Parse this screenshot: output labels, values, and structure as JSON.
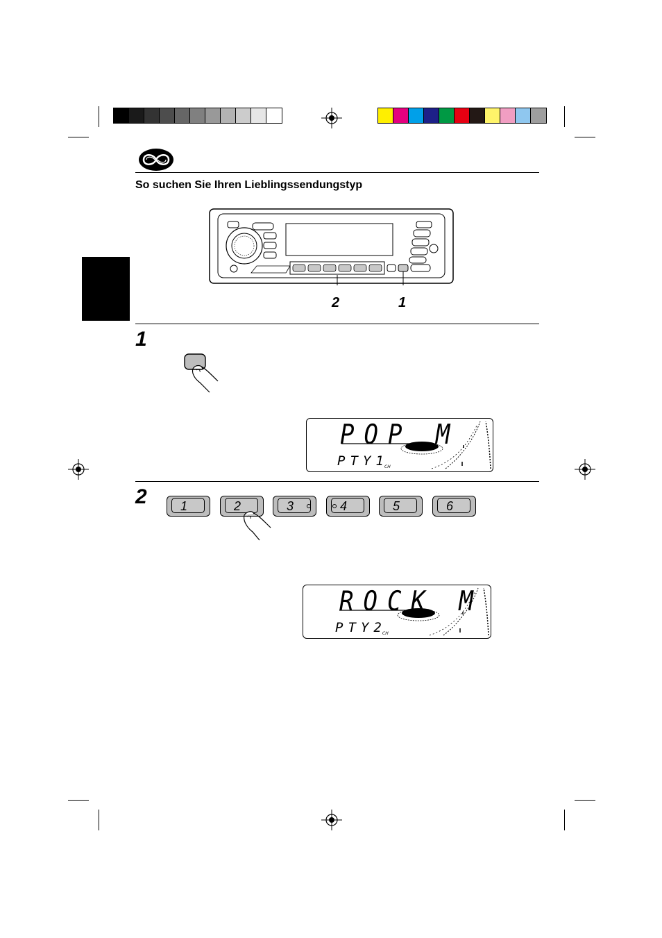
{
  "heading": "So suchen Sie Ihren Lieblingssendungstyp",
  "steps": {
    "one": "1",
    "two": "2"
  },
  "callouts": {
    "presets": "2",
    "pty_button": "1"
  },
  "display1": {
    "main": "POP M",
    "sub": "PTY1",
    "ch": "CH"
  },
  "display2": {
    "main": "ROCK M",
    "sub": "PTY2",
    "ch": "CH"
  },
  "presets": [
    "1",
    "2",
    "3",
    "4",
    "5",
    "6"
  ],
  "colors": {
    "grayscale": [
      "#000000",
      "#1a1a1a",
      "#333333",
      "#4d4d4d",
      "#666666",
      "#808080",
      "#999999",
      "#b3b3b3",
      "#cccccc",
      "#e6e6e6",
      "#ffffff"
    ],
    "colorbar": [
      "#ffef00",
      "#e4007f",
      "#00a0e9",
      "#1d2088",
      "#009944",
      "#e60012",
      "#231815",
      "#fff46a",
      "#f19ec2",
      "#8fc7ef",
      "#9e9e9e"
    ],
    "side_tab": "#000000",
    "preset_fill": "#bdbdbd"
  }
}
